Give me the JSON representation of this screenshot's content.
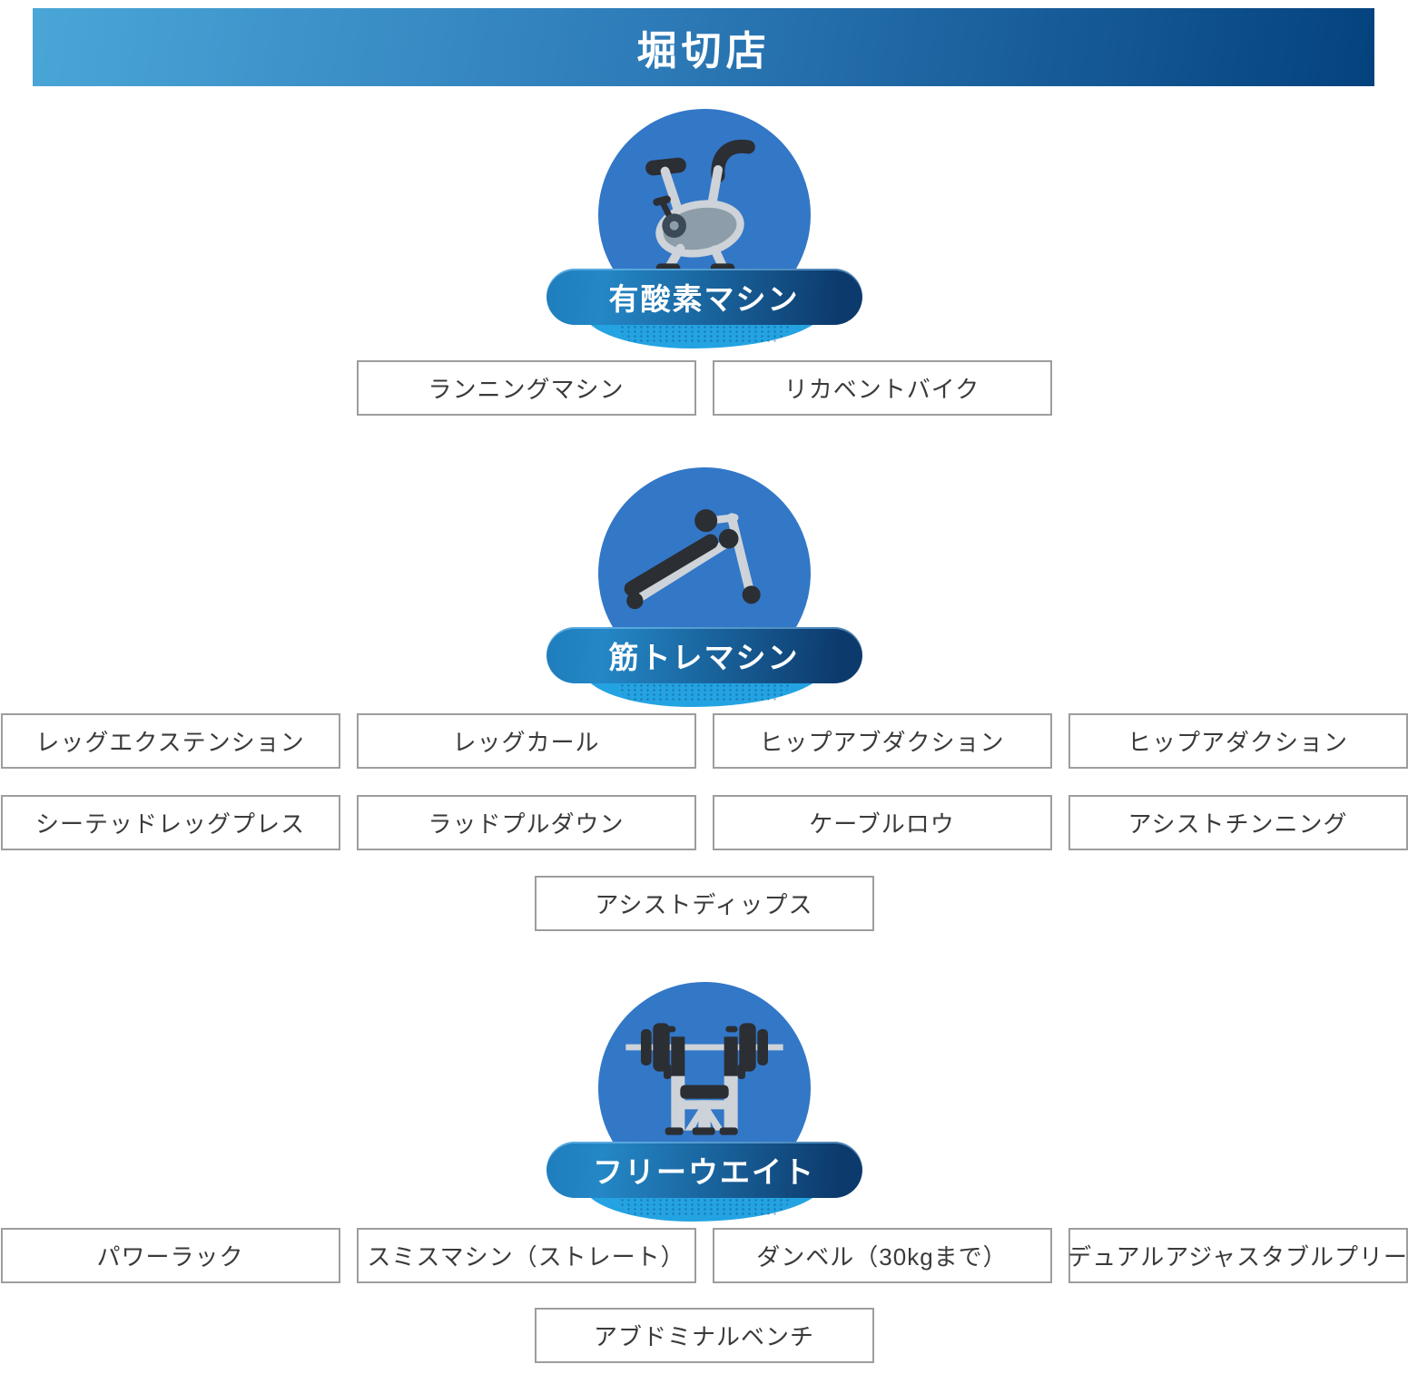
{
  "header": {
    "title": "堀切店"
  },
  "sections": [
    {
      "id": "cardio",
      "label": "有酸素マシン",
      "icon": "exercise-bike-icon",
      "items": [
        "ランニングマシン",
        "リカベントバイク"
      ]
    },
    {
      "id": "strength-machine",
      "label": "筋トレマシン",
      "icon": "situp-bench-icon",
      "items": [
        "レッグエクステンション",
        "レッグカール",
        "ヒップアブダクション",
        "ヒップアダクション",
        "シーテッドレッグプレス",
        "ラッドプルダウン",
        "ケーブルロウ",
        "アシストチンニング",
        "アシストディップス"
      ]
    },
    {
      "id": "free-weight",
      "label": "フリーウエイト",
      "icon": "bench-press-icon",
      "items": [
        "パワーラック",
        "スミスマシン（ストレート）",
        "ダンベル（30kgまで）",
        "デュアルアジャスタブルプリー",
        "アブドミナルベンチ"
      ]
    }
  ],
  "colors": {
    "banner_gradient_left": "#4AA6D7",
    "banner_gradient_right": "#04427E",
    "category_circle": "#3377C7",
    "category_blob": "#24A3E2",
    "pill_gradient_left": "#1E7DBD",
    "pill_gradient_right": "#0D3A6C",
    "box_border": "#9D9D9D",
    "box_text": "#3A3A3A",
    "icon_dark": "#2B2E33",
    "icon_light": "#CDD3D8"
  }
}
